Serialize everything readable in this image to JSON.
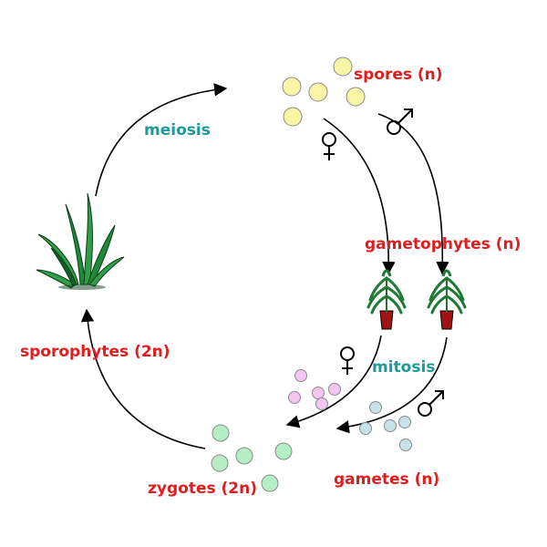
{
  "labels": {
    "spores": "spores (n)",
    "meiosis": "meiosis",
    "gametophytes": "gametophytes (n)",
    "mitosis": "mitosis",
    "sporophytes": "sporophytes (2n)",
    "zygotes": "zygotes (2n)",
    "gametes": "gametes (n)"
  },
  "colors": {
    "label_red": "#e11d1d",
    "label_teal": "#1b9a9a",
    "spore_fill": "#f8f5a6",
    "female_gamete_fill": "#f4c6f0",
    "male_gamete_fill": "#c7e3ea",
    "zygote_fill": "#b4eec4",
    "plant_green": "#1e8a3a"
  },
  "icons": {
    "female": "female-symbol-icon",
    "male": "male-symbol-icon",
    "sporophyte": "grass-plant-icon",
    "gametophyte": "potted-plant-icon"
  }
}
